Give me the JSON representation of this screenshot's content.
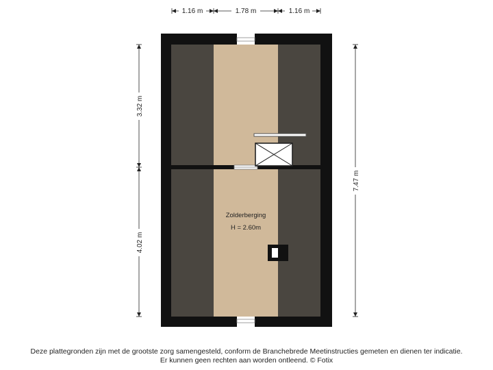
{
  "dimensions": {
    "top": [
      "1.16 m",
      "1.78 m",
      "1.16 m"
    ],
    "left": [
      "3.32 m",
      "4.02 m"
    ],
    "right": "7.47 m"
  },
  "room": {
    "name": "Zolderberging",
    "height_label": "H = 2.60m"
  },
  "colors": {
    "wall": "#111111",
    "low_ceiling": "#4a4640",
    "floor": "#d0b99a",
    "dimension_line": "#222222"
  },
  "disclaimer": {
    "line1": "Deze plattegronden zijn met de grootste zorg samengesteld, conform de Branchebrede Meetinstructies gemeten en dienen ter indicatie.",
    "line2": "Er kunnen geen rechten aan worden ontleend. © Fotix"
  }
}
